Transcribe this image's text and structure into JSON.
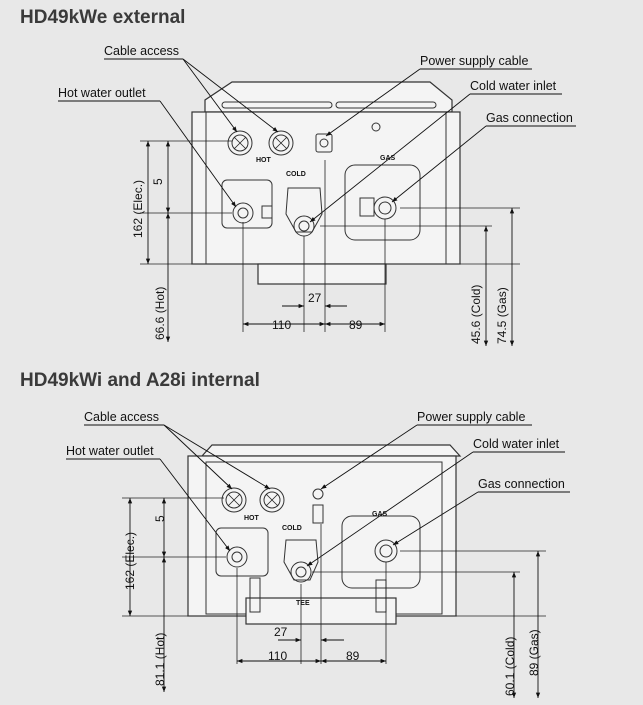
{
  "top": {
    "title": "HD49kWe external",
    "labels": {
      "cable_access": "Cable access",
      "hot_water_outlet": "Hot water outlet",
      "power_supply_cable": "Power supply cable",
      "cold_water_inlet": "Cold water inlet",
      "gas_connection": "Gas connection"
    },
    "dims": {
      "d162": "162 (Elec.)",
      "d5": "5",
      "d66": "66.6 (Hot)",
      "d27": "27",
      "d110": "110",
      "d89": "89",
      "d45": "45.6 (Cold)",
      "d74": "74.5 (Gas)"
    },
    "unit_marks": {
      "hot": "HOT",
      "cold": "COLD",
      "gas": "GAS"
    }
  },
  "bottom": {
    "title": "HD49kWi and A28i internal",
    "labels": {
      "cable_access": "Cable access",
      "hot_water_outlet": "Hot water outlet",
      "power_supply_cable": "Power supply cable",
      "cold_water_inlet": "Cold water inlet",
      "gas_connection": "Gas connection"
    },
    "dims": {
      "d162": "162 (Elec.)",
      "d5": "5",
      "d81": "81.1 (Hot)",
      "d27": "27",
      "d110": "110",
      "d89": "89",
      "d60": "60.1 (Cold)",
      "d89g": "89 (Gas)"
    },
    "unit_marks": {
      "hot": "HOT",
      "cold": "COLD",
      "gas": "GAS"
    }
  }
}
